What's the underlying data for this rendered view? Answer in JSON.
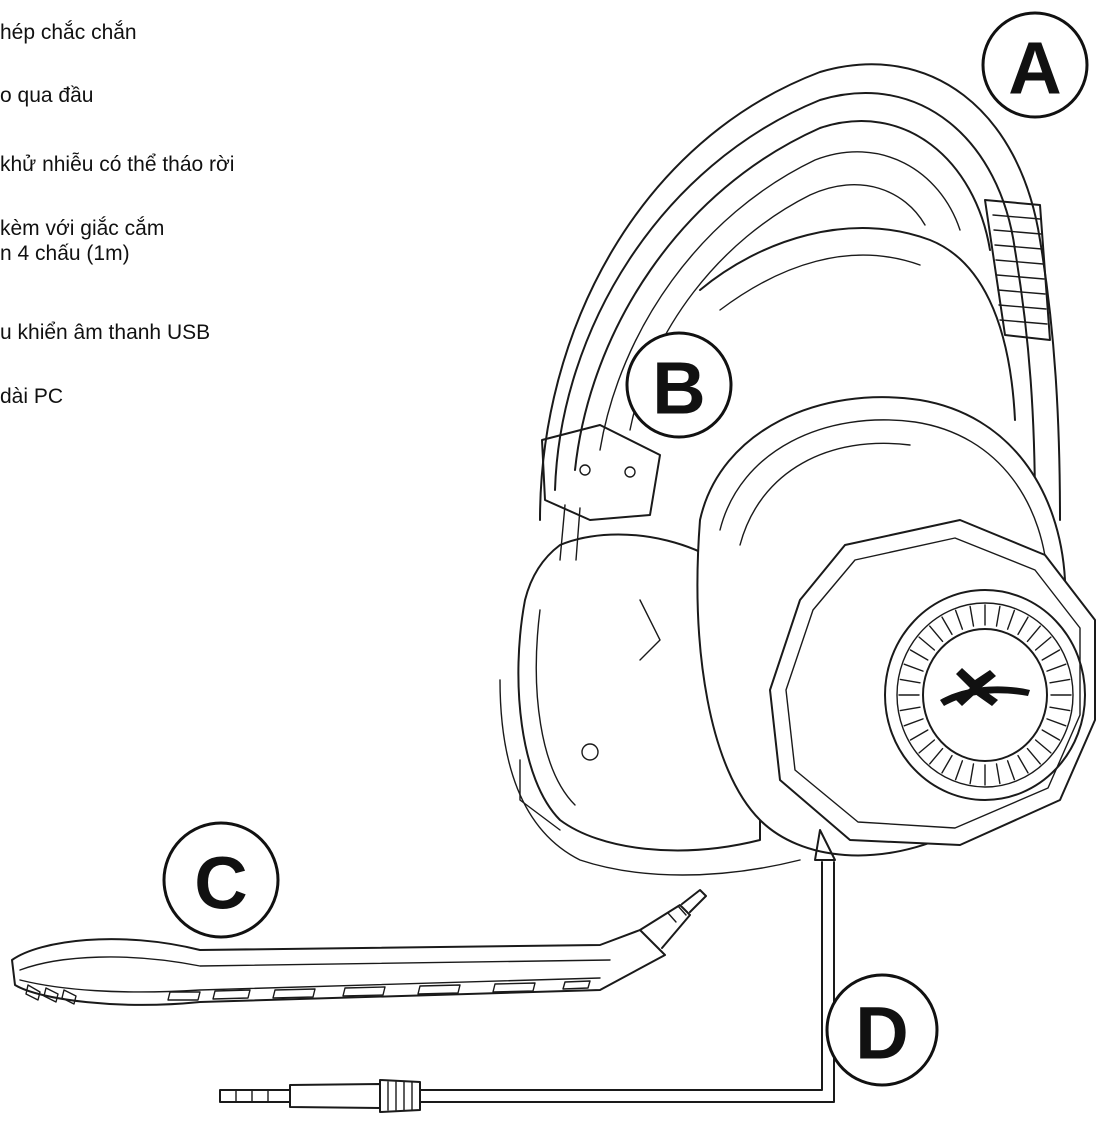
{
  "features": [
    {
      "id": "a",
      "lines": [
        "hép chắc chắn"
      ]
    },
    {
      "id": "b",
      "lines": [
        "o qua đầu"
      ]
    },
    {
      "id": "c",
      "lines": [
        "khử nhiễu có thể tháo rời"
      ]
    },
    {
      "id": "d",
      "lines": [
        " kèm với giắc cắm",
        "n 4 chấu (1m)"
      ]
    },
    {
      "id": "e",
      "lines": [
        "u khiển âm thanh USB"
      ]
    },
    {
      "id": "f",
      "lines": [
        "dài PC"
      ]
    }
  ],
  "callouts": {
    "a": "A",
    "b": "B",
    "c": "C",
    "d": "D"
  },
  "icons": {
    "logo": "hyperx-logo-icon"
  }
}
